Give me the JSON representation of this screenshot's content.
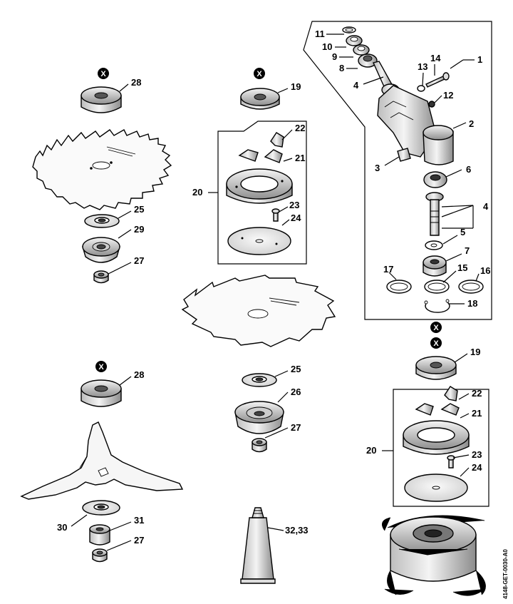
{
  "diagram": {
    "reference_code": "4148-GET-0030-A0",
    "x_marker": "X",
    "labels": {
      "p1": "1",
      "p2": "2",
      "p3": "3",
      "p4a": "4",
      "p4b": "4",
      "p5": "5",
      "p6": "6",
      "p7": "7",
      "p8": "8",
      "p9": "9",
      "p10": "10",
      "p11": "11",
      "p12": "12",
      "p13": "13",
      "p14": "14",
      "p15": "15",
      "p16": "16",
      "p17": "17",
      "p18": "18",
      "p19a": "19",
      "p19b": "19",
      "p20a": "20",
      "p20b": "20",
      "p21a": "21",
      "p21b": "21",
      "p22a": "22",
      "p22b": "22",
      "p23a": "23",
      "p23b": "23",
      "p24a": "24",
      "p24b": "24",
      "p25a": "25",
      "p25b": "25",
      "p26": "26",
      "p27a": "27",
      "p27b": "27",
      "p27c": "27",
      "p28a": "28",
      "p28b": "28",
      "p29": "29",
      "p30": "30",
      "p31": "31",
      "p32_33": "32,33"
    }
  }
}
